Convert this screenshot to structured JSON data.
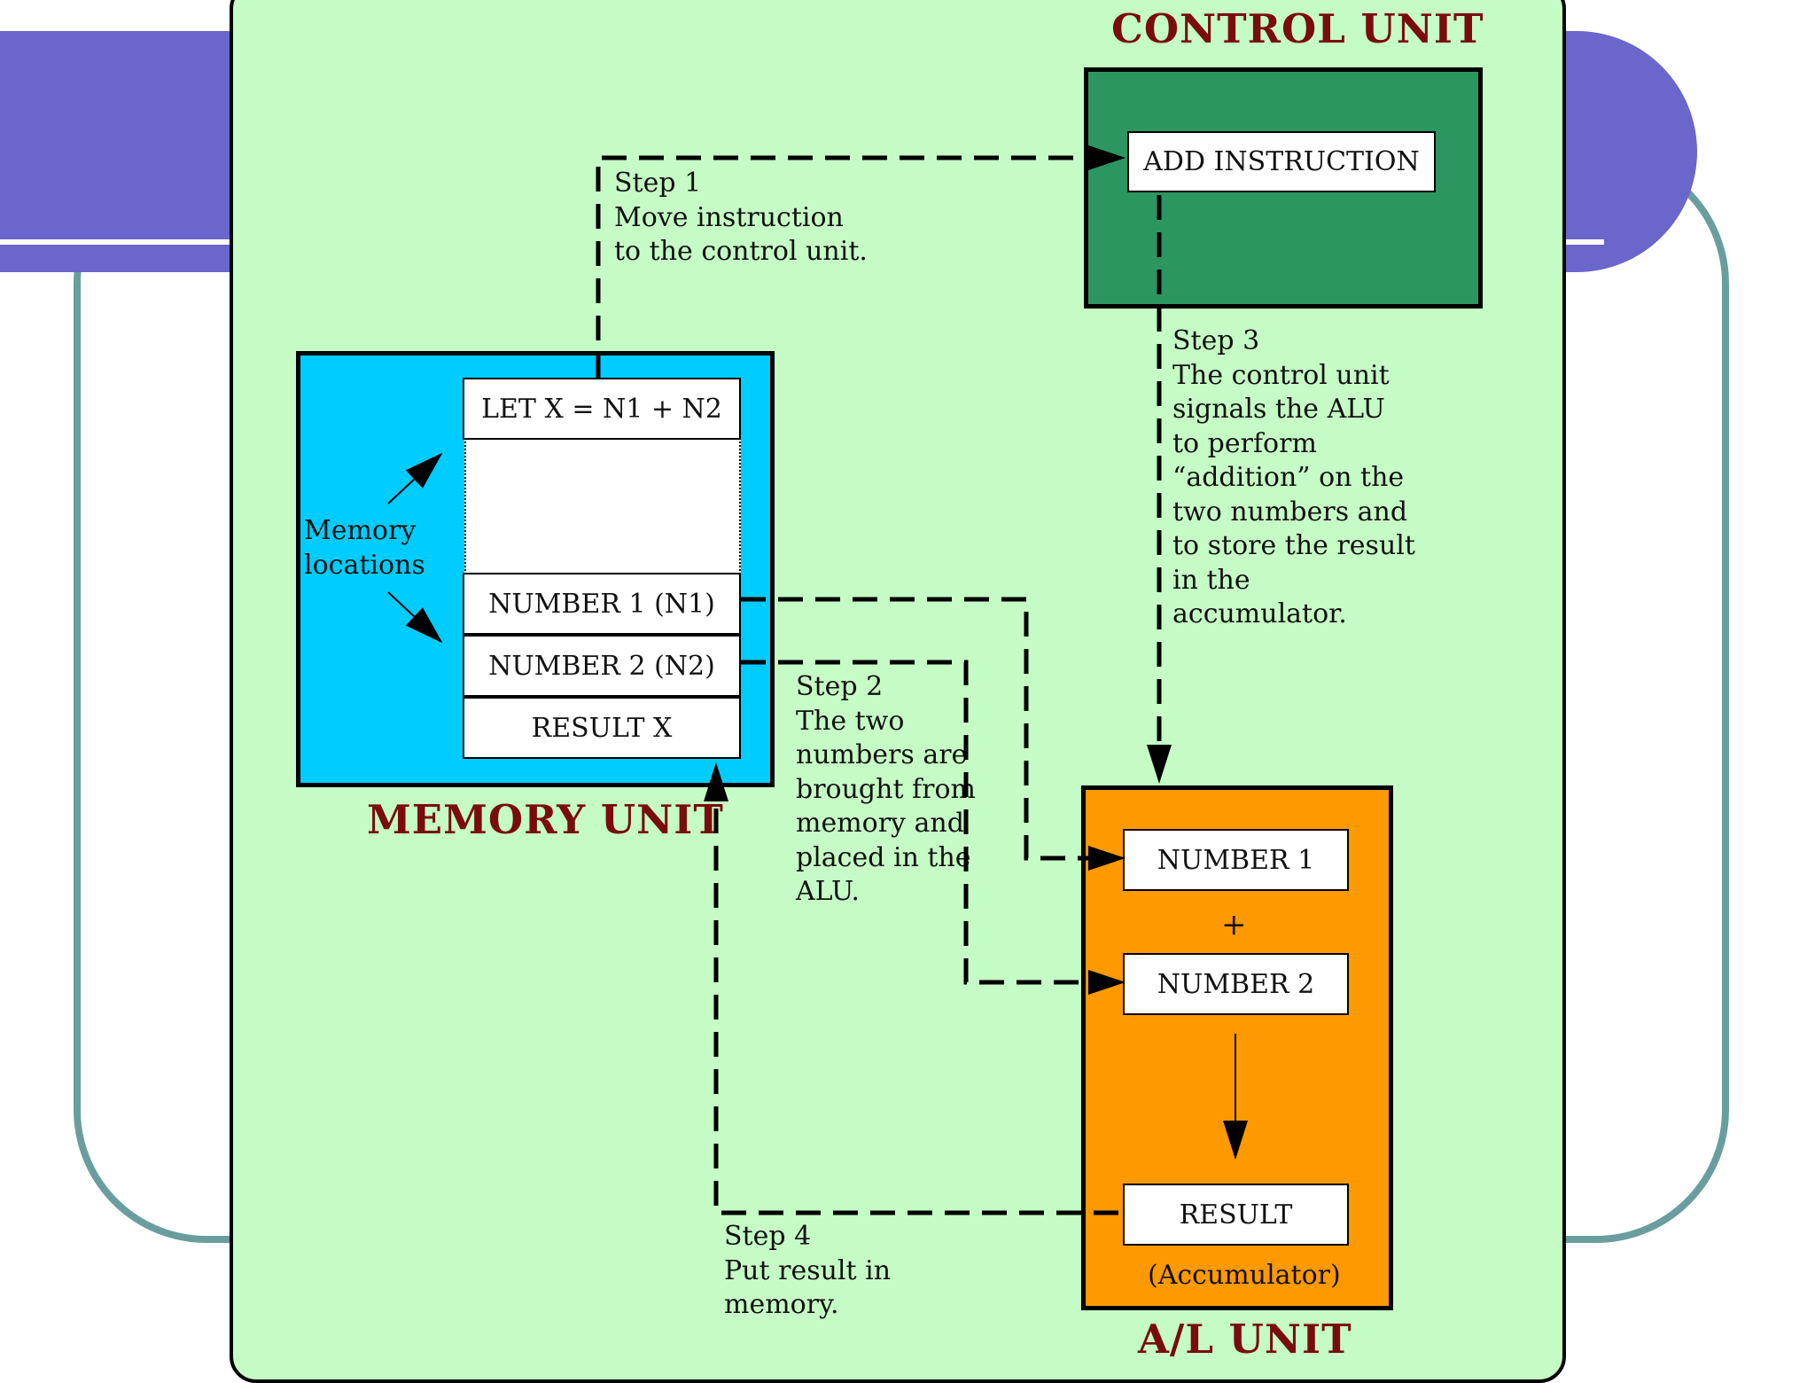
{
  "colors": {
    "panel": "#c5fcc5",
    "control_unit": "#2c9660",
    "memory_unit": "#00ccff",
    "alu": "#ff9900",
    "title_text": "#7a0c0c",
    "band": "#6a66cc",
    "frame": "#6a9e9e"
  },
  "control_unit": {
    "title": "CONTROL UNIT",
    "instruction": "ADD INSTRUCTION"
  },
  "memory_unit": {
    "title": "MEMORY UNIT",
    "cells": [
      "LET X = N1 + N2",
      "NUMBER 1 (N1)",
      "NUMBER 2 (N2)",
      "RESULT X"
    ],
    "locations_label": [
      "Memory",
      "locations"
    ]
  },
  "alu": {
    "title": "A/L UNIT",
    "number1": "NUMBER 1",
    "plus": "+",
    "number2": "NUMBER 2",
    "result": "RESULT",
    "accumulator": "(Accumulator)"
  },
  "steps": {
    "step1": [
      "Step 1",
      "Move instruction",
      "to the control unit."
    ],
    "step2": [
      "Step 2",
      "The two",
      "numbers are",
      "brought from",
      "memory and",
      "placed in the",
      "ALU."
    ],
    "step3": [
      "Step 3",
      "The control unit",
      "signals the ALU",
      "to perform",
      "“addition” on the",
      "two numbers and",
      "to store the result",
      "in the",
      "accumulator."
    ],
    "step4": [
      "Step 4",
      "Put result in",
      "memory."
    ]
  }
}
